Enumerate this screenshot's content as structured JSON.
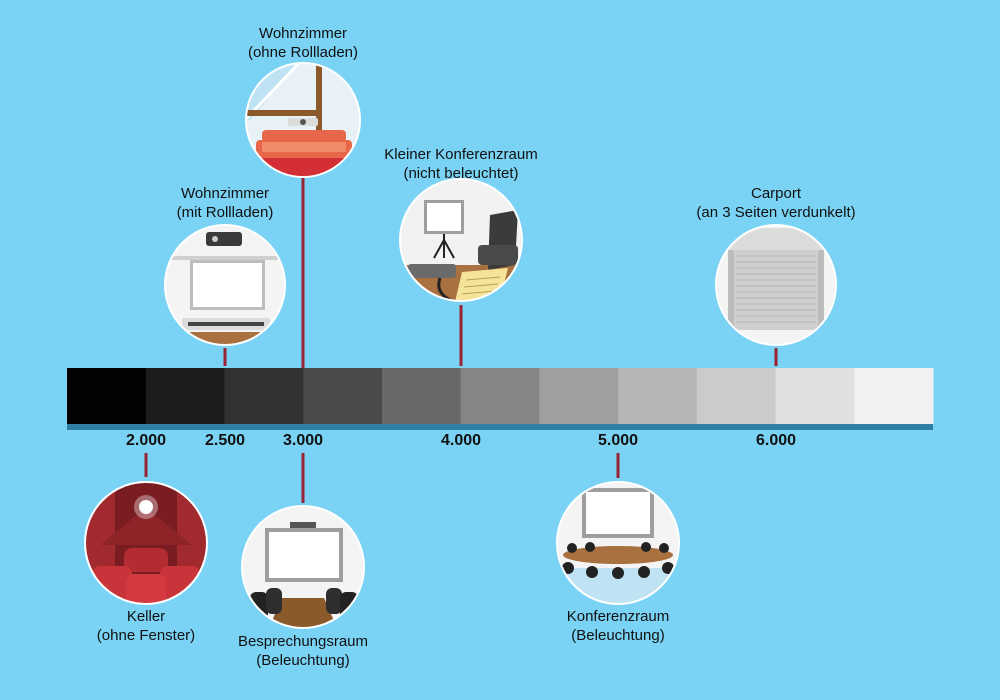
{
  "scale": {
    "swatches": [
      "#020202",
      "#1d1d1d",
      "#323232",
      "#4a4a4a",
      "#696969",
      "#858585",
      "#9f9f9f",
      "#b6b6b6",
      "#cbcbcb",
      "#e0e0e0",
      "#f1f1f1"
    ],
    "ticks": [
      "2.000",
      "2.500",
      "3.000",
      "4.000",
      "5.000",
      "6.000"
    ]
  },
  "scenes": [
    {
      "id": "wohnzimmer-ohne",
      "line1": "Wohnzimmer",
      "line2": "(ohne Rollladen)"
    },
    {
      "id": "wohnzimmer-mit",
      "line1": "Wohnzimmer",
      "line2": "(mit Rollladen)"
    },
    {
      "id": "kleiner-konferenzraum",
      "line1": "Kleiner Konferenzraum",
      "line2": "(nicht beleuchtet)"
    },
    {
      "id": "carport",
      "line1": "Carport",
      "line2": "(an 3 Seiten verdunkelt)"
    },
    {
      "id": "keller",
      "line1": "Keller",
      "line2": "(ohne Fenster)"
    },
    {
      "id": "besprechungsraum",
      "line1": "Besprechungsraum",
      "line2": "(Beleuchtung)"
    },
    {
      "id": "konferenzraum",
      "line1": "Konferenzraum",
      "line2": "(Beleuchtung)"
    }
  ],
  "colors": {
    "background": "#7ad3f5",
    "connector": "#9b2335",
    "bar_shadow": "#2f7fa3"
  }
}
